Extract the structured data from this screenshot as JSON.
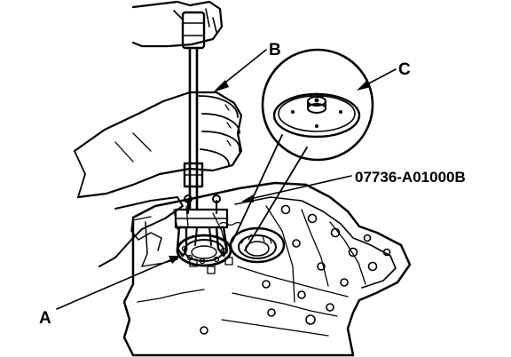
{
  "callouts": {
    "a": "A",
    "b": "B",
    "c": "C",
    "part_number": "07736-A01000B"
  },
  "colors": {
    "ink": "#000000",
    "background": "#ffffff"
  }
}
